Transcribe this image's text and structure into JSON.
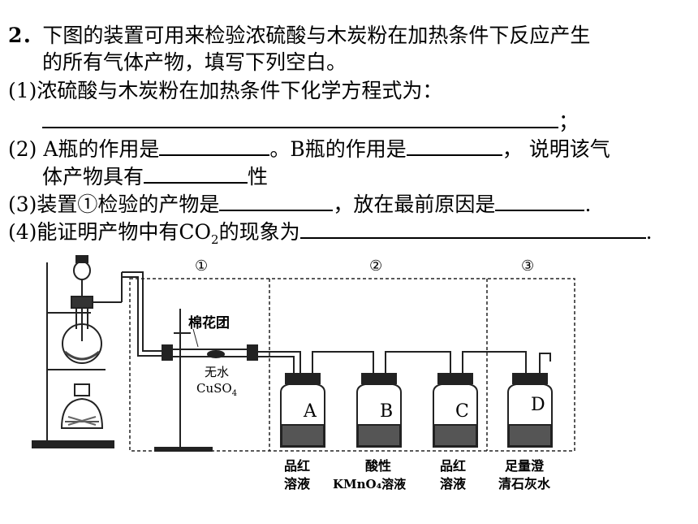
{
  "question": {
    "number": "2．",
    "stem_line1": "下图的装置可用来检验浓硫酸与木炭粉在加热条件下反应产生",
    "stem_line2": "的所有气体产物，填写下列空白。",
    "q1_label": "(1)浓硫酸与木炭粉在加热条件下化学方程式为：",
    "q1_end": "；",
    "q2_prefix": "(2) A瓶的作用是",
    "q2_mid": "。B瓶的作用是",
    "q2_after": "，  说明该气",
    "q2_line2_prefix": "体产物具有",
    "q2_line2_suffix": "性",
    "q3_prefix": "(3)装置①检验的产物是",
    "q3_mid": "，放在最前原因是",
    "q3_end": ".",
    "q4_prefix": "(4)能证明产物中有CO",
    "q4_sub": "2",
    "q4_mid": "的现象为",
    "q4_end": "."
  },
  "diagram": {
    "section_labels": [
      "①",
      "②",
      "③"
    ],
    "cotton_label": "棉花团",
    "cuso4_label_line1": "无水",
    "cuso4_label_line2": "CuSO",
    "cuso4_sub": "4",
    "bottles": [
      {
        "letter": "A",
        "reagent_line1": "品红",
        "reagent_line2": "溶液"
      },
      {
        "letter": "B",
        "reagent_line1": "酸性",
        "reagent_line2": "KMnO₄溶液"
      },
      {
        "letter": "C",
        "reagent_line1": "品红",
        "reagent_line2": "溶液"
      },
      {
        "letter": "D",
        "reagent_line1": "足量澄",
        "reagent_line2": "清石灰水"
      }
    ]
  }
}
